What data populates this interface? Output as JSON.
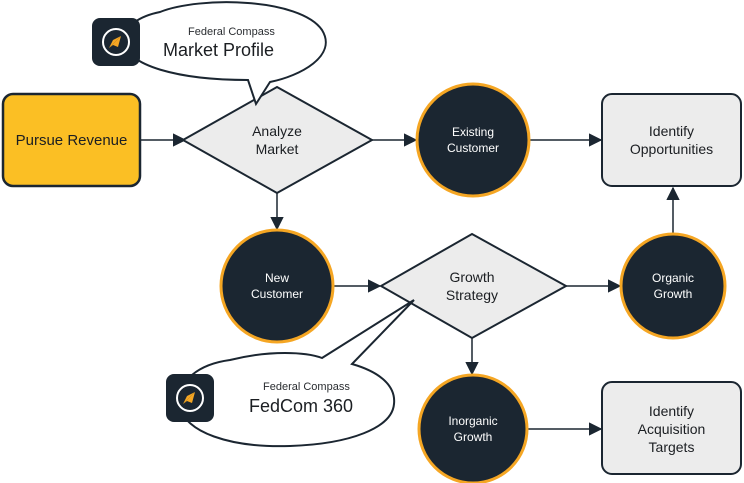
{
  "nodes": {
    "pursue_revenue": "Pursue Revenue",
    "analyze_market": [
      "Analyze",
      "Market"
    ],
    "existing_customer": [
      "Existing",
      "Customer"
    ],
    "identify_opportunities": [
      "Identify",
      "Opportunities"
    ],
    "new_customer": [
      "New",
      "Customer"
    ],
    "growth_strategy": [
      "Growth",
      "Strategy"
    ],
    "organic_growth": [
      "Organic",
      "Growth"
    ],
    "inorganic_growth": [
      "Inorganic",
      "Growth"
    ],
    "identify_acquisition_targets": [
      "Identify",
      "Acquisition",
      "Targets"
    ]
  },
  "callouts": {
    "market_profile": {
      "brand": "Federal Compass",
      "product": "Market Profile"
    },
    "fedcom_360": {
      "brand": "Federal Compass",
      "product": "FedCom 360"
    }
  },
  "colors": {
    "navy": "#1b2631",
    "gold": "#f5a623",
    "gold_fill": "#fbbf24",
    "gray_fill": "#ececec",
    "gray_stroke": "#1b2631"
  }
}
